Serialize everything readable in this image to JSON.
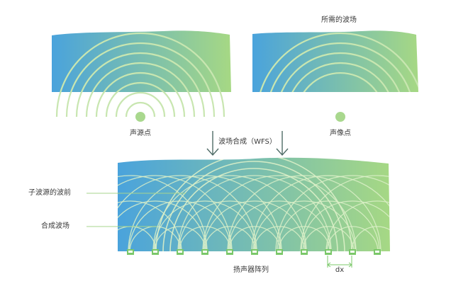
{
  "colors": {
    "panel_left": "#4aa3dc",
    "panel_right": "#a6d884",
    "wave": "#c8e6b0",
    "dot": "#a9d88e",
    "arrow": "#4f6b66",
    "speaker": "#7bc86a",
    "leader": "#a7d58d"
  },
  "labels": {
    "top_right_title": "所需的波场",
    "source_point": "声源点",
    "image_point": "声像点",
    "synthesis": "波场合成（WFS）",
    "sub_wavefront": "子波源的波前",
    "combined_field": "合成波场",
    "speaker_array": "扬声器阵列",
    "spacing": "dx"
  }
}
